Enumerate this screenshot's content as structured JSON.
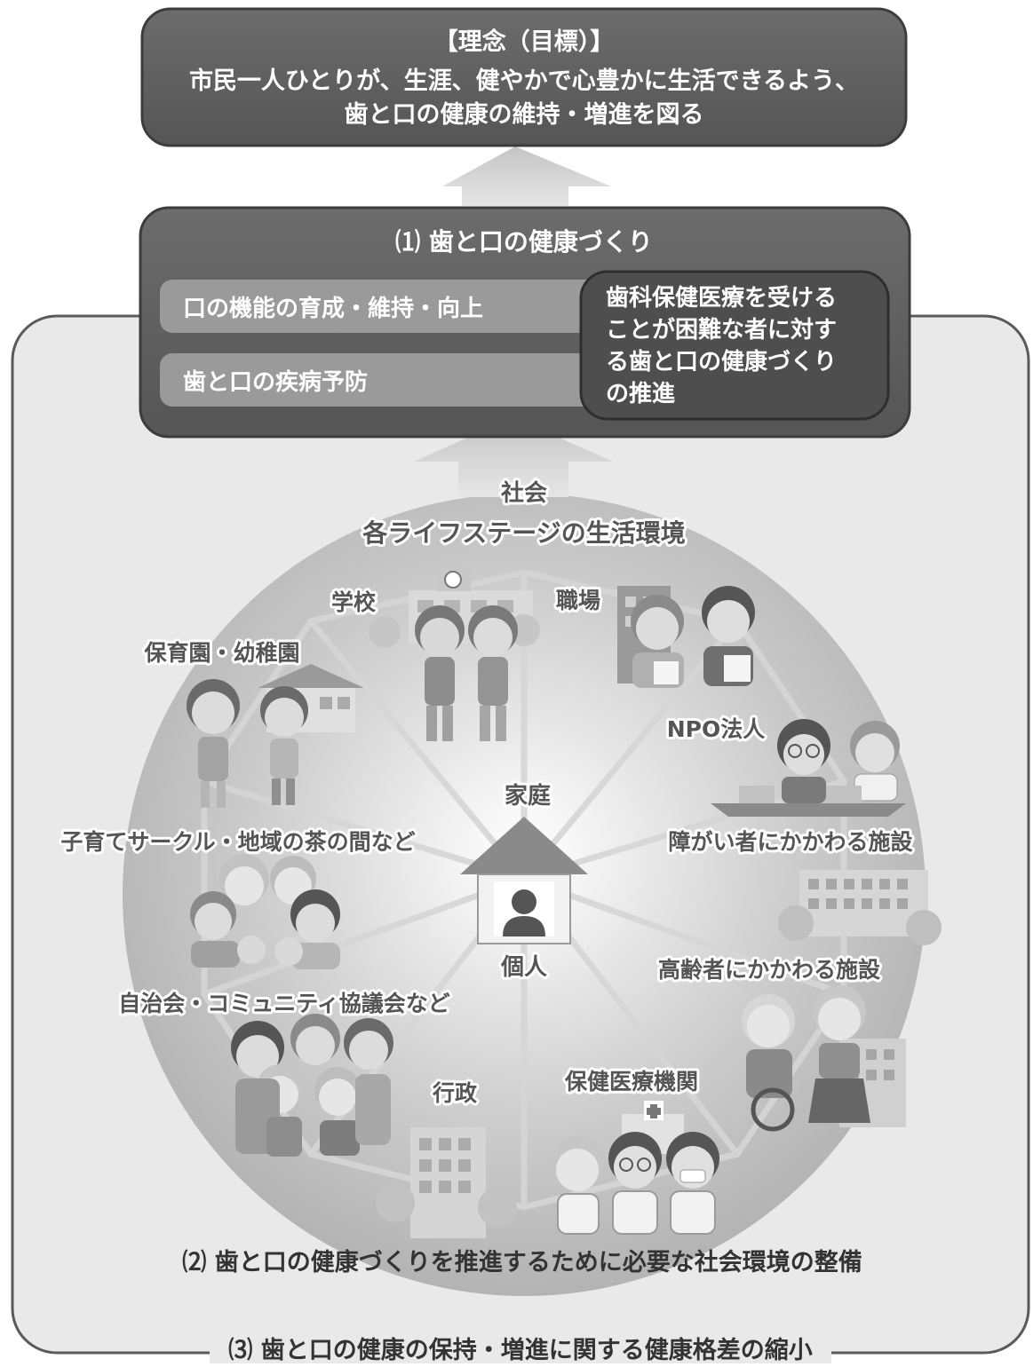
{
  "goal": {
    "heading": "【理念（目標）】",
    "line1": "市民一人ひとりが、生涯、健やかで心豊かに生活できるよう、",
    "line2": "歯と口の健康の維持・増進を図る"
  },
  "pillar1": {
    "title": "⑴ 歯と口の健康づくり",
    "item1": "口の機能の育成・維持・向上",
    "item2": "歯と口の疾病予防",
    "special": {
      "line1": "歯科保健医療を受ける",
      "line2": "ことが困難な者に対す",
      "line3": "る歯と口の健康づくり",
      "line4": "の推進"
    }
  },
  "society": {
    "label": "社会",
    "sublabel": "各ライフステージの生活環境"
  },
  "center": {
    "home": "家庭",
    "individual": "個人"
  },
  "settings": {
    "school": "学校",
    "workplace": "職場",
    "nursery": "保育園・幼稚園",
    "npo": "NPO法人",
    "childcare": "子育てサークル・地域の茶の間など",
    "disability": "障がい者にかかわる施設",
    "elderly": "高齢者にかかわる施設",
    "community": "自治会・コミュニティ協議会など",
    "government": "行政",
    "medical": "保健医療機関"
  },
  "pillar2": "⑵ 歯と口の健康づくりを推進するために必要な社会環境の整備",
  "pillar3": "⑶ 歯と口の健康の保持・増進に関する健康格差の縮小",
  "colors": {
    "dark_box": "#5f5f5f",
    "light_panel": "#e8e8e8",
    "circle": "#bfbfbf",
    "arrow": "#d0d0d0"
  }
}
